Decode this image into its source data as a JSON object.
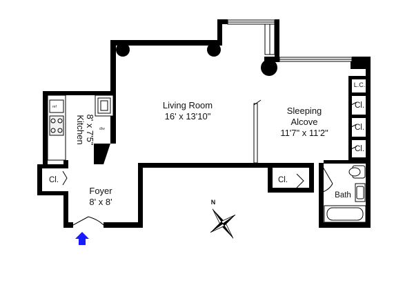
{
  "rooms": {
    "living_room": {
      "name": "Living Room",
      "dims": "16' x 13'10\""
    },
    "sleeping_alcove": {
      "name_line1": "Sleeping",
      "name_line2": "Alcove",
      "dims": "11'7\" x 11'2\""
    },
    "kitchen": {
      "name": "Kitchen",
      "dims": "8' x 7'5\""
    },
    "foyer": {
      "name": "Foyer",
      "dims": "8' x 8'"
    },
    "bath": {
      "name": "Bath"
    }
  },
  "closets": {
    "linen": "L.C.",
    "closet": "Cl."
  },
  "compass": {
    "label": "N"
  },
  "colors": {
    "entry_arrow": "#1a1aff",
    "walls": "#000000"
  }
}
